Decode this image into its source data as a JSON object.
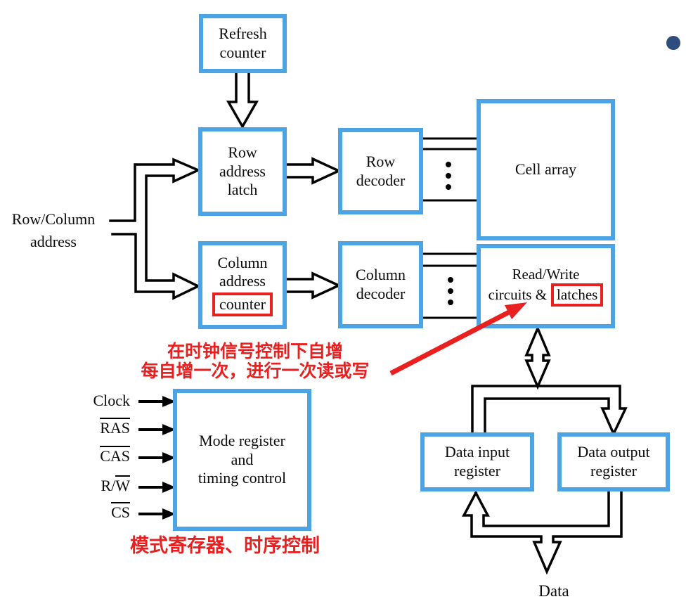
{
  "diagram": {
    "boxes": {
      "refresh_counter": {
        "label": "Refresh\ncounter"
      },
      "row_address_latch": {
        "label": "Row\naddress\nlatch"
      },
      "column_address_counter": {
        "top_lines": "Column\naddress",
        "highlight": "counter"
      },
      "row_decoder": {
        "label": "Row\ndecoder"
      },
      "column_decoder": {
        "label": "Column\ndecoder"
      },
      "cell_array": {
        "label": "Cell array"
      },
      "rw_circuits": {
        "line1": "Read/Write",
        "line2_prefix": "circuits &",
        "highlight": "latches"
      },
      "mode_register": {
        "label": "Mode register\nand\ntiming control"
      },
      "data_input_register": {
        "label": "Data input\nregister"
      },
      "data_output_register": {
        "label": "Data output\nregister"
      }
    },
    "labels": {
      "row_column_address": "Row/Column\naddress",
      "data": "Data"
    },
    "signals": [
      {
        "plain": "Clock",
        "overlined": ""
      },
      {
        "plain": "",
        "overlined": "RAS"
      },
      {
        "plain": "",
        "overlined": "CAS"
      },
      {
        "plain": "R/",
        "overlined": "W"
      },
      {
        "plain": "",
        "overlined": "CS"
      }
    ],
    "annotations": {
      "counter_note_line1": "在时钟信号控制下自增",
      "counter_note_line2": "每自增一次，进行一次读或写",
      "mode_note": "模式寄存器、时序控制"
    },
    "colors": {
      "box_border_blue": "#4aa4e6",
      "annotation_red": "#e8201f",
      "bullet_navy": "#2e4c7c",
      "line_black": "#000000"
    }
  }
}
